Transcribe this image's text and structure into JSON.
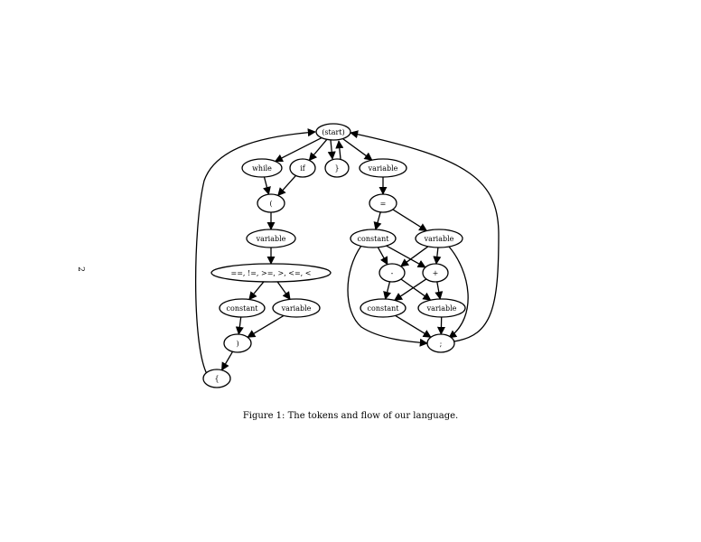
{
  "page_number": "2",
  "caption": "Figure 1: The tokens and flow of our language.",
  "nodes": [
    {
      "id": "start",
      "label": "(start)"
    },
    {
      "id": "while",
      "label": "while"
    },
    {
      "id": "if",
      "label": "if"
    },
    {
      "id": "rbrace",
      "label": "}"
    },
    {
      "id": "var_top",
      "label": "variable"
    },
    {
      "id": "lparen",
      "label": "("
    },
    {
      "id": "eq",
      "label": "="
    },
    {
      "id": "var_cond",
      "label": "variable"
    },
    {
      "id": "const_r1",
      "label": "constant"
    },
    {
      "id": "var_r1",
      "label": "variable"
    },
    {
      "id": "ops",
      "label": "==, !=, >=, >, <=, <"
    },
    {
      "id": "minus",
      "label": "-"
    },
    {
      "id": "plus",
      "label": "+"
    },
    {
      "id": "const_l",
      "label": "constant"
    },
    {
      "id": "var_l",
      "label": "variable"
    },
    {
      "id": "const_r2",
      "label": "constant"
    },
    {
      "id": "var_r2",
      "label": "variable"
    },
    {
      "id": "rparen",
      "label": ")"
    },
    {
      "id": "semi",
      "label": ";"
    },
    {
      "id": "lbrace",
      "label": "{"
    }
  ],
  "edges": [
    [
      "start",
      "while"
    ],
    [
      "start",
      "if"
    ],
    [
      "start",
      "rbrace"
    ],
    [
      "rbrace",
      "start"
    ],
    [
      "start",
      "var_top"
    ],
    [
      "while",
      "lparen"
    ],
    [
      "if",
      "lparen"
    ],
    [
      "lparen",
      "var_cond"
    ],
    [
      "var_cond",
      "ops"
    ],
    [
      "ops",
      "const_l"
    ],
    [
      "ops",
      "var_l"
    ],
    [
      "const_l",
      "rparen"
    ],
    [
      "var_l",
      "rparen"
    ],
    [
      "rparen",
      "lbrace"
    ],
    [
      "lbrace",
      "start"
    ],
    [
      "var_top",
      "eq"
    ],
    [
      "eq",
      "const_r1"
    ],
    [
      "eq",
      "var_r1"
    ],
    [
      "const_r1",
      "minus"
    ],
    [
      "const_r1",
      "plus"
    ],
    [
      "var_r1",
      "minus"
    ],
    [
      "var_r1",
      "plus"
    ],
    [
      "minus",
      "const_r2"
    ],
    [
      "minus",
      "var_r2"
    ],
    [
      "plus",
      "const_r2"
    ],
    [
      "plus",
      "var_r2"
    ],
    [
      "const_r1",
      "semi"
    ],
    [
      "var_r1",
      "semi"
    ],
    [
      "const_r2",
      "semi"
    ],
    [
      "var_r2",
      "semi"
    ],
    [
      "semi",
      "start"
    ]
  ]
}
